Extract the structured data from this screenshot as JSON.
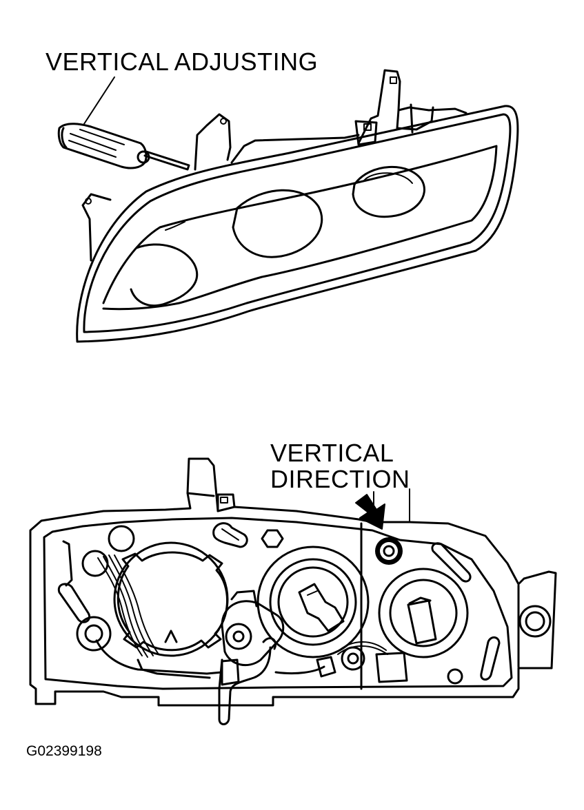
{
  "labels": {
    "vertical_adjusting": "VERTICAL ADJUSTING",
    "vertical_direction_line1": "VERTICAL",
    "vertical_direction_line2": "DIRECTION",
    "figure_code": "G02399198"
  },
  "icons": [
    "screwdriver-icon",
    "arrow-icon",
    "adjuster-screw-icon"
  ],
  "colors": {
    "line": "#000000",
    "background": "#ffffff"
  }
}
